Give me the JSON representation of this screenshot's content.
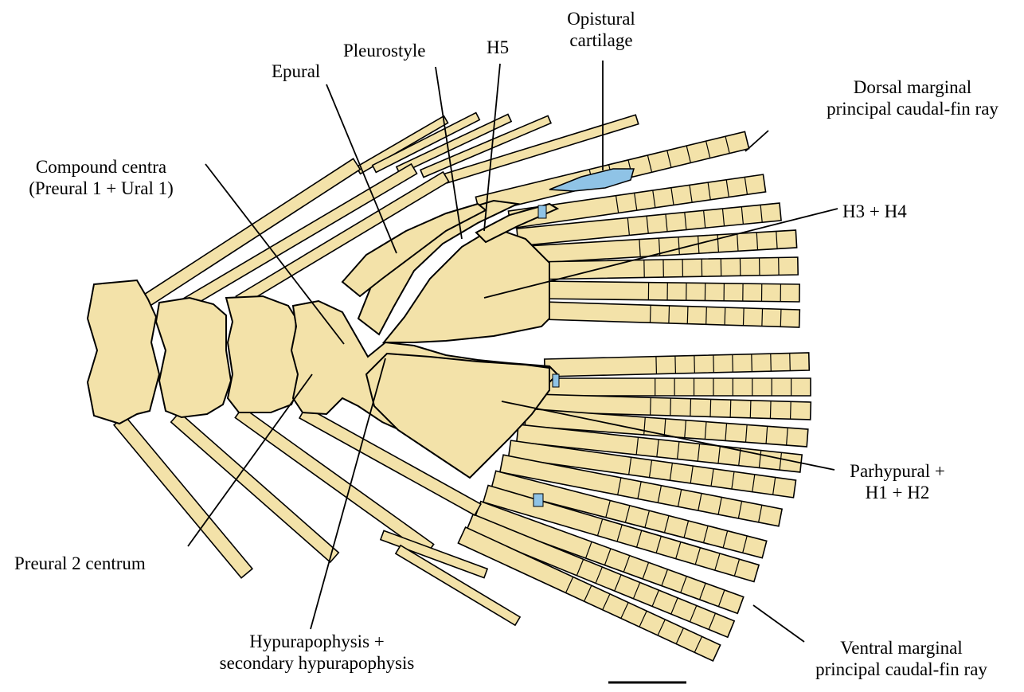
{
  "labels": {
    "opistural_l1": "Opistural",
    "opistural_l2": "cartilage",
    "h5": "H5",
    "pleurostyle": "Pleurostyle",
    "epural": "Epural",
    "dorsal_l1": "Dorsal marginal",
    "dorsal_l2": "principal caudal-fin ray",
    "compound_l1": "Compound centra",
    "compound_l2": "(Preural 1 + Ural 1)",
    "h3h4": "H3 + H4",
    "parhypural_l1": "Parhypural +",
    "parhypural_l2": "H1 + H2",
    "preural2": "Preural 2 centrum",
    "hypurapophysis_l1": "Hypurapophysis +",
    "hypurapophysis_l2": "secondary hypurapophysis",
    "ventral_l1": "Ventral marginal",
    "ventral_l2": "principal caudal-fin ray"
  },
  "colors": {
    "bone": "#f3e2a9",
    "cartilage": "#8fc3e6",
    "outline": "#000000",
    "background": "#ffffff"
  },
  "scale_bar": true
}
